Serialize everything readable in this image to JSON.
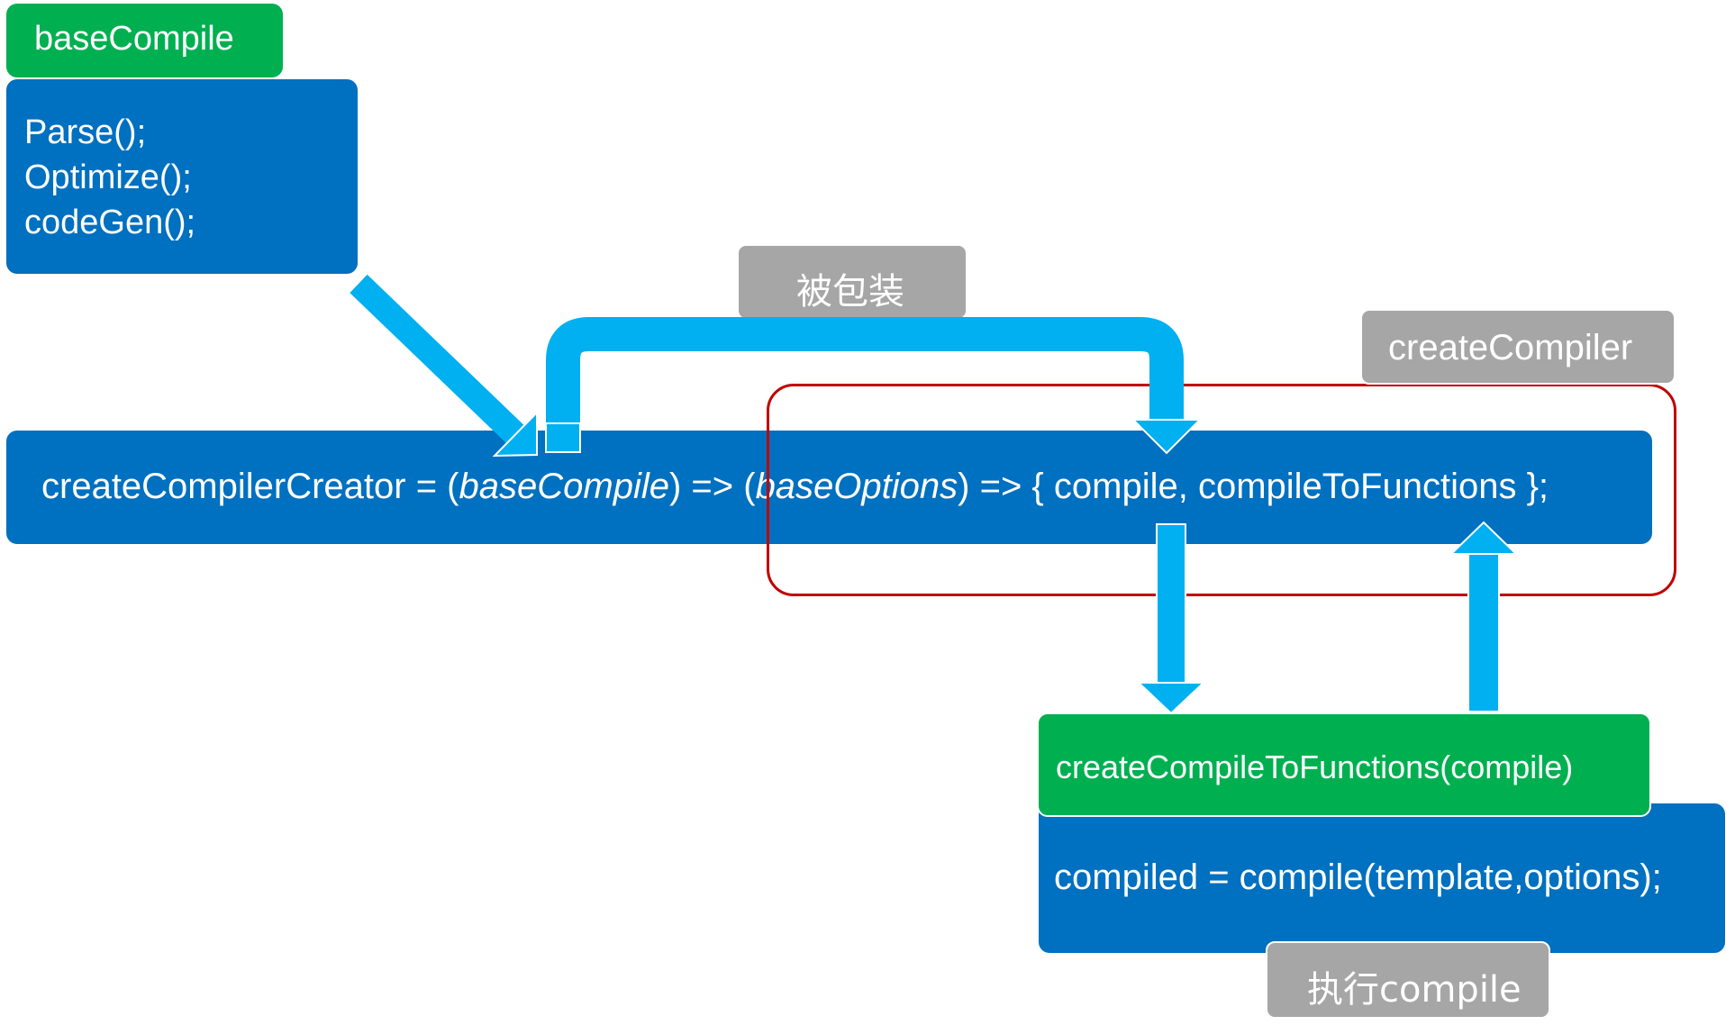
{
  "base_compile": {
    "title": "baseCompile",
    "lines": [
      "Parse();",
      "Optimize();",
      "codeGen();"
    ]
  },
  "main": {
    "prefix": "createCompilerCreator = (",
    "param1": "baseCompile",
    "middle": ") => (",
    "param2": "baseOptions",
    "suffix": ") => { compile, compileToFunctions };"
  },
  "wrapped_label": "被包装",
  "create_compiler_label": "createCompiler",
  "ctf": {
    "title": "createCompileToFunctions(compile)",
    "body": "compiled = compile(template,options);"
  },
  "execute_label": "执行compile",
  "colors": {
    "green": "#00b050",
    "blue": "#0070c0",
    "gray": "#a6a6a6",
    "arrow": "#00b0f0",
    "frame": "#c00000"
  }
}
